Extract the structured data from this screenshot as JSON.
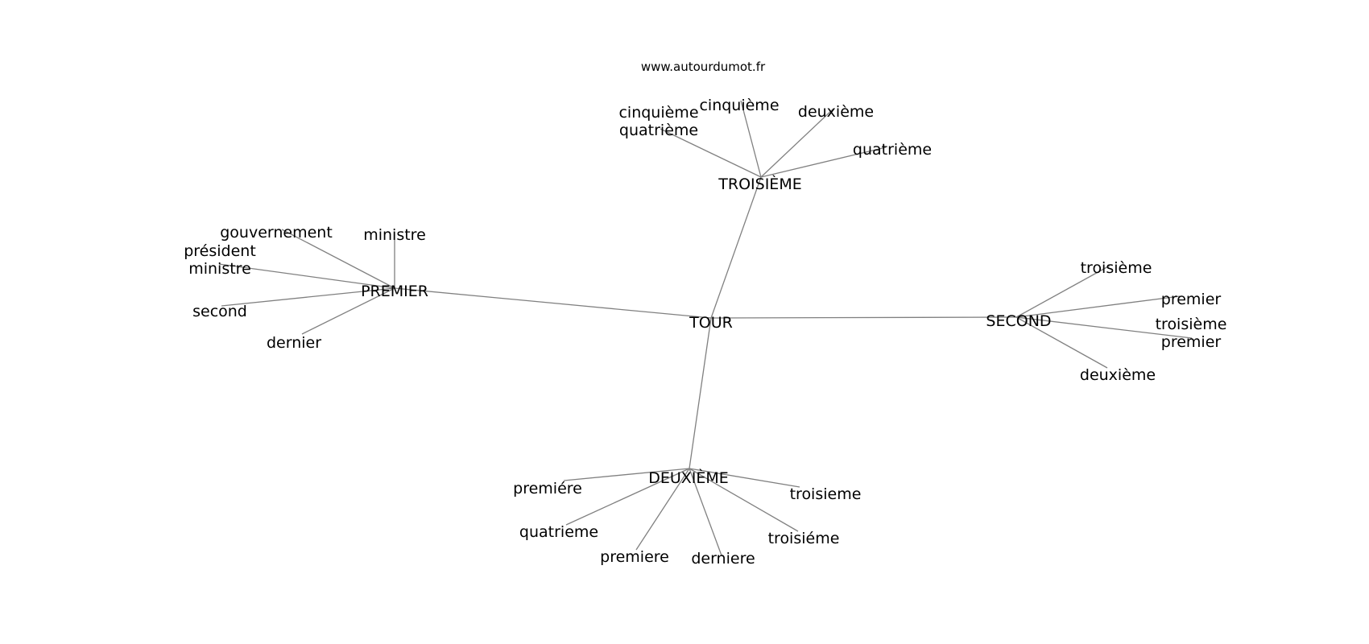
{
  "watermark": "www.autourdumot.fr",
  "graph": {
    "center": {
      "id": "tour",
      "label": "TOUR"
    },
    "hubs": [
      {
        "id": "troisieme-hub",
        "label": "TROISIÈME",
        "leaves": [
          {
            "id": "t1",
            "lines": [
              "cinquième"
            ]
          },
          {
            "id": "t2",
            "lines": [
              "deuxième"
            ]
          },
          {
            "id": "t3",
            "lines": [
              "cinquième",
              "quatrième"
            ]
          },
          {
            "id": "t4",
            "lines": [
              "quatrième"
            ]
          }
        ]
      },
      {
        "id": "premier-hub",
        "label": "PREMIER",
        "leaves": [
          {
            "id": "p1",
            "lines": [
              "gouvernement"
            ]
          },
          {
            "id": "p2",
            "lines": [
              "ministre"
            ]
          },
          {
            "id": "p3",
            "lines": [
              "président",
              "ministre"
            ]
          },
          {
            "id": "p4",
            "lines": [
              "second"
            ]
          },
          {
            "id": "p5",
            "lines": [
              "dernier"
            ]
          }
        ]
      },
      {
        "id": "second-hub",
        "label": "SECOND",
        "leaves": [
          {
            "id": "s1",
            "lines": [
              "troisième"
            ]
          },
          {
            "id": "s2",
            "lines": [
              "premier"
            ]
          },
          {
            "id": "s3",
            "lines": [
              "troisième",
              "premier"
            ]
          },
          {
            "id": "s4",
            "lines": [
              "deuxième"
            ]
          }
        ]
      },
      {
        "id": "deuxieme-hub",
        "label": "DEUXIÈME",
        "leaves": [
          {
            "id": "d1",
            "lines": [
              "premiére"
            ]
          },
          {
            "id": "d2",
            "lines": [
              "troisieme"
            ]
          },
          {
            "id": "d3",
            "lines": [
              "quatrieme"
            ]
          },
          {
            "id": "d4",
            "lines": [
              "troisiéme"
            ]
          },
          {
            "id": "d5",
            "lines": [
              "premiere"
            ]
          },
          {
            "id": "d6",
            "lines": [
              "derniere"
            ]
          }
        ]
      }
    ]
  }
}
